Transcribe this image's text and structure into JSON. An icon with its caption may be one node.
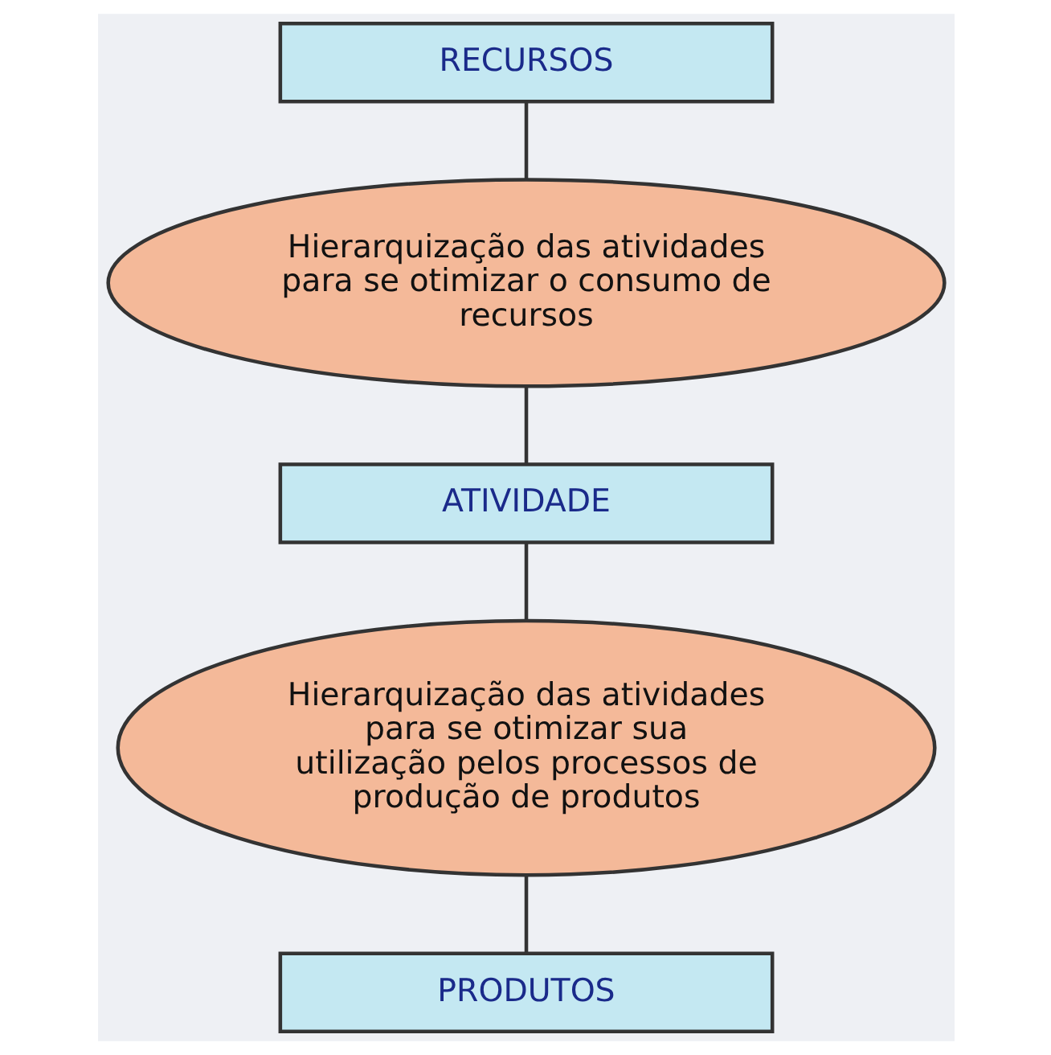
{
  "diagram": {
    "nodes": [
      {
        "text": [
          "RECURSOS"
        ]
      },
      {
        "text": [
          "Hierarquização das atividades para se otimizar o consumo de recursos"
        ]
      },
      {
        "text": [
          "ATIVIDADE"
        ]
      },
      {
        "text": [
          "Hierarquização das atividades para se otimizar sua utilização pelos processos de produção de produtos"
        ]
      },
      {
        "text": [
          "PRODUTOS"
        ]
      }
    ],
    "edges": [
      {
        "from": 0,
        "to": 1,
        "arrow": "none"
      },
      {
        "from": 1,
        "to": 2,
        "arrow": "none"
      },
      {
        "from": 2,
        "to": 3,
        "arrow": "none"
      },
      {
        "from": 3,
        "to": 4,
        "arrow": "none"
      }
    ]
  }
}
